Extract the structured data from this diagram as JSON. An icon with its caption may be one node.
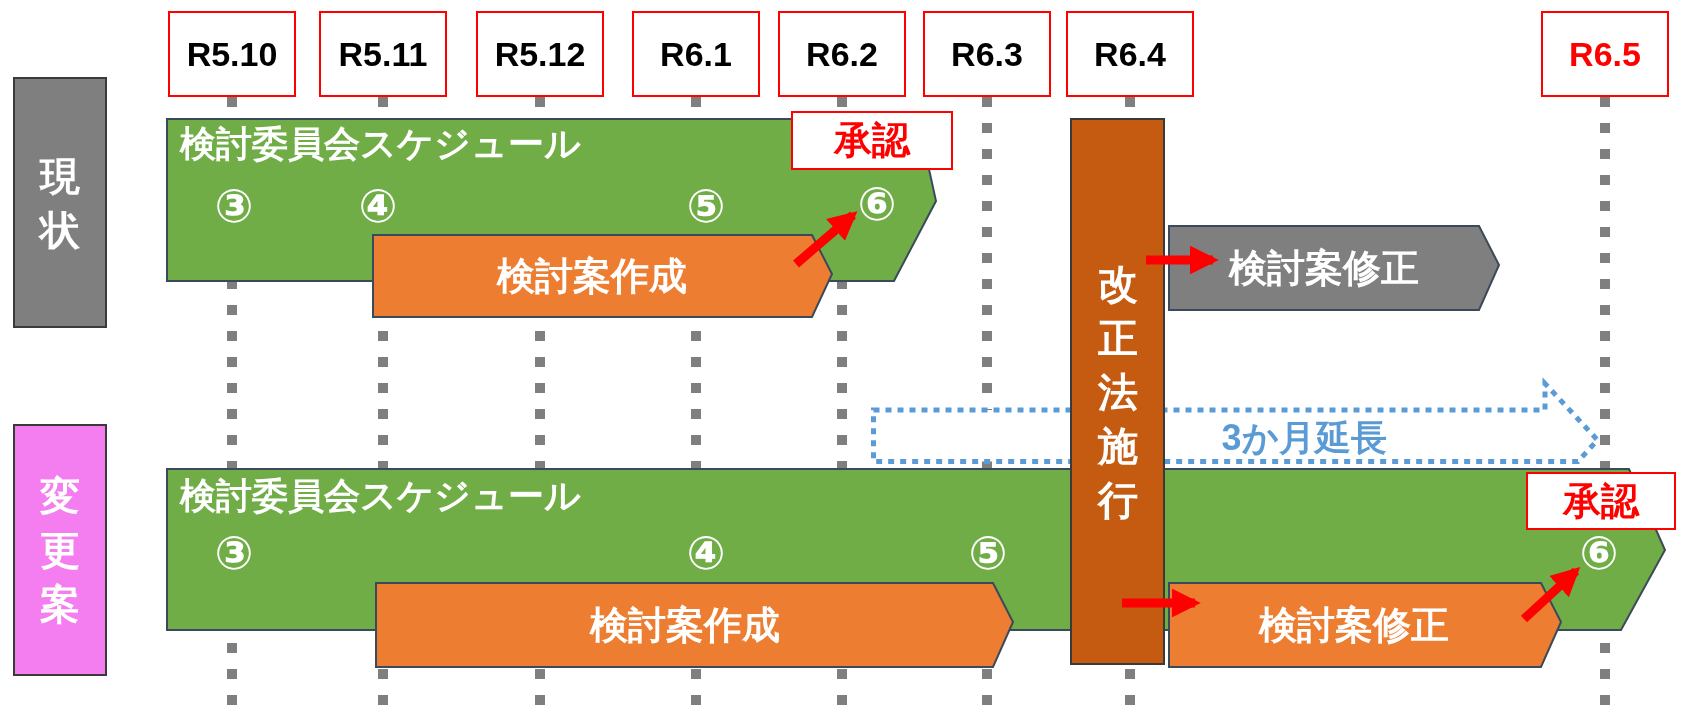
{
  "diagram": {
    "nodes": [
      {
        "text": [
          "R5.10"
        ]
      },
      {
        "text": [
          "R5.11"
        ]
      },
      {
        "text": [
          "R5.12"
        ]
      },
      {
        "text": [
          "R6.1"
        ]
      },
      {
        "text": [
          "R6.2"
        ]
      },
      {
        "text": [
          "R6.3"
        ]
      },
      {
        "text": [
          "R6.4"
        ]
      },
      {
        "text": [
          "R6.5"
        ]
      },
      {
        "text": [
          "現状"
        ]
      },
      {
        "text": [
          "検討委員会スケジュール",
          "③",
          "④",
          "⑤"
        ]
      },
      {
        "text": [
          "承認"
        ]
      },
      {
        "text": [
          "検討案作成"
        ]
      },
      {
        "text": [
          "⑥"
        ],
        "in": 9
      },
      {
        "text": [
          "改正法施行"
        ]
      },
      {
        "text": [
          "検討案修正"
        ]
      },
      {
        "text": [
          "変更案"
        ]
      },
      {
        "text": [
          "3か月延長"
        ]
      },
      {
        "text": [
          "検討委員会スケジュール",
          "③",
          "④",
          "⑤"
        ]
      },
      {
        "text": [
          "⑥"
        ],
        "in": 17
      },
      {
        "text": [
          "承認"
        ]
      },
      {
        "text": [
          "検討案作成"
        ]
      },
      {
        "text": [
          "検討案修正"
        ]
      }
    ],
    "edges": [
      {
        "from": 11,
        "to": 12,
        "arrow": "to"
      },
      {
        "from": 13,
        "to": 14,
        "arrow": "to"
      },
      {
        "from": 13,
        "to": 21,
        "arrow": "to"
      },
      {
        "from": 21,
        "to": 18,
        "arrow": "to"
      }
    ]
  }
}
